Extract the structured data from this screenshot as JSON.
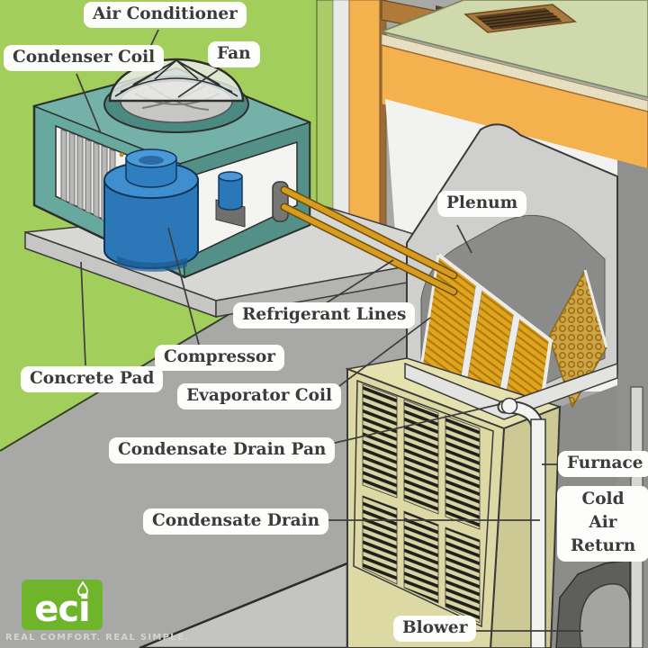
{
  "labels": {
    "air_conditioner": "Air Conditioner",
    "condenser_coil": "Condenser Coil",
    "fan": "Fan",
    "plenum": "Plenum",
    "refrigerant_lines": "Refrigerant Lines",
    "compressor": "Compressor",
    "concrete_pad": "Concrete Pad",
    "evaporator_coil": "Evaporator Coil",
    "condensate_drain_pan": "Condensate Drain Pan",
    "condensate_drain": "Condensate Drain",
    "furnace": "Furnace",
    "cold_air_return": "Cold Air Return",
    "blower": "Blower"
  },
  "logo": {
    "brand": "eci",
    "tagline": "REAL COMFORT. REAL SIMPLE."
  },
  "colors": {
    "grass": "#a2cf5c",
    "ac_unit_teal": "#67a89f",
    "compressor_blue": "#2b77b8",
    "coil_gold": "#e2a41d",
    "refrigerant_gold": "#d79c1e",
    "furnace_khaki": "#ddd9a4",
    "concrete_grey": "#a8a8a6",
    "floor_green": "#cfd9ab",
    "wood_orange": "#f4b24e",
    "logo_green": "#6fb52c",
    "label_background": "#fdfdfc",
    "label_text": "#3b3b3b"
  }
}
